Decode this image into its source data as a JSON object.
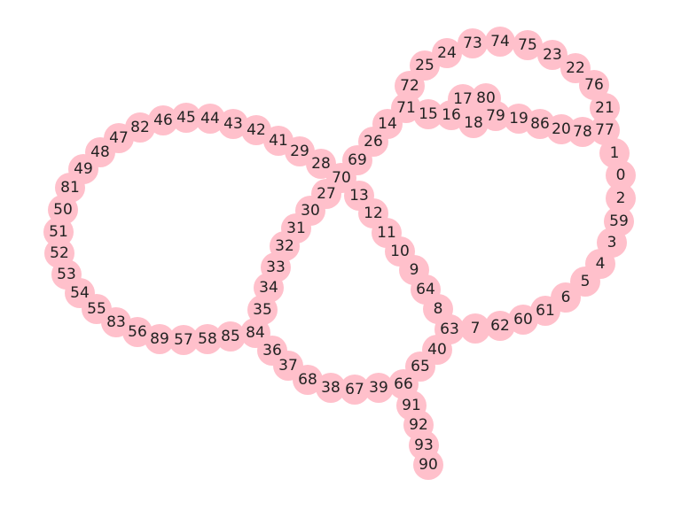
{
  "graph": {
    "node_color": "#ffc0cb",
    "label_color": "#222222",
    "nodes": [
      "90",
      "93",
      "92",
      "91",
      "66",
      "65",
      "40",
      "63",
      "8",
      "64",
      "9",
      "10",
      "11",
      "12",
      "13",
      "70",
      "69",
      "26",
      "14",
      "71",
      "15",
      "16",
      "18",
      "79",
      "19",
      "86",
      "20",
      "78",
      "77",
      "1",
      "0",
      "2",
      "59",
      "3",
      "4",
      "5",
      "6",
      "61",
      "60",
      "62",
      "7",
      "17",
      "80",
      "72",
      "25",
      "24",
      "73",
      "74",
      "75",
      "23",
      "22",
      "76",
      "21",
      "28",
      "29",
      "41",
      "42",
      "43",
      "44",
      "45",
      "46",
      "82",
      "47",
      "48",
      "49",
      "81",
      "50",
      "51",
      "52",
      "53",
      "54",
      "55",
      "83",
      "56",
      "89",
      "57",
      "58",
      "85",
      "84",
      "35",
      "34",
      "33",
      "32",
      "31",
      "30",
      "27",
      "36",
      "37",
      "68",
      "38",
      "67",
      "39"
    ]
  }
}
